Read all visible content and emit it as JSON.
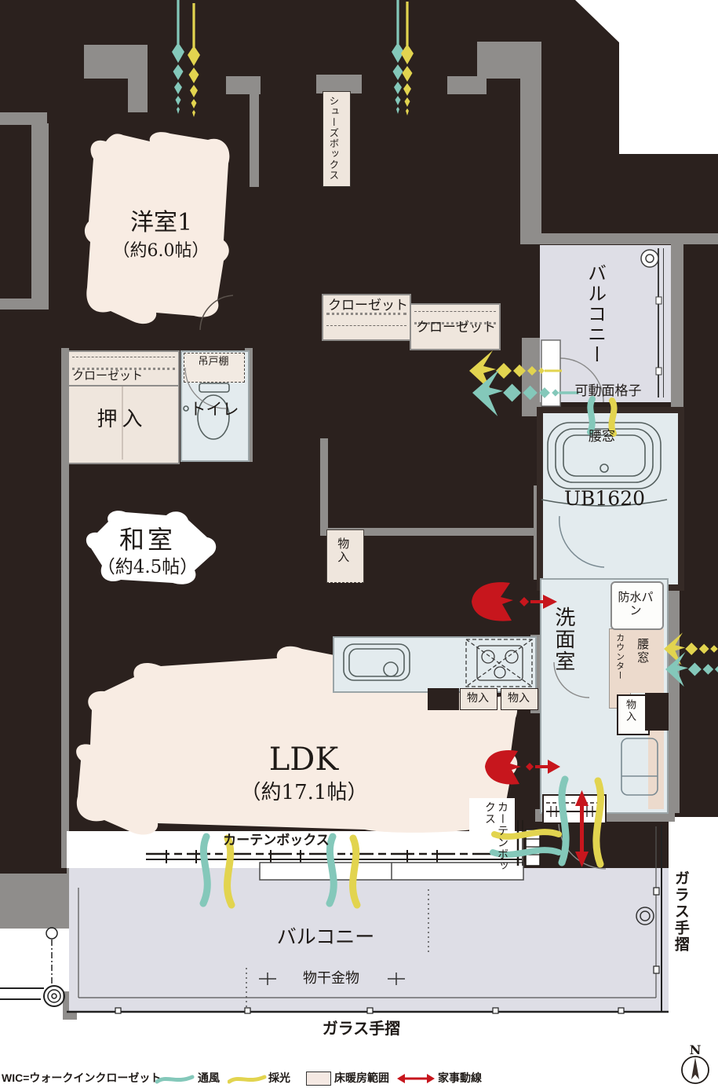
{
  "rooms": {
    "yoshitsu1": {
      "name": "洋室1",
      "size": "（約6.0帖）"
    },
    "washitsu": {
      "name": "和室",
      "size": "（約4.5帖）"
    },
    "ldk": {
      "name": "LDK",
      "size": "（約17.1帖）"
    },
    "toilet": {
      "name": "トイレ"
    },
    "oshiire": {
      "name": "押入"
    },
    "bath": {
      "name": "UB1620"
    },
    "senmen": {
      "name": "洗面室"
    },
    "balcony_right": {
      "name": "バルコニー"
    },
    "balcony_bottom": {
      "name": "バルコニー"
    }
  },
  "labels": {
    "shoes_box": "シューズボックス",
    "closet": "クローゼット",
    "tsuridodana": "吊戸棚",
    "kado_mengoshi": "可動面格子",
    "koshimado": "腰窓",
    "bousui_pan": "防水パン",
    "counter": "カウンター",
    "mono_iri": "物入",
    "curtain_box": "カーテンボックス",
    "monohoshi_kanamono": "物干金物",
    "glass_tesuri": "ガラス手摺"
  },
  "legend": {
    "wic": "WIC=ウォークインクローゼット",
    "ventilation": "通風",
    "daylight": "採光",
    "floor_heating": "床暖房範囲",
    "housework_line": "家事動線"
  },
  "compass": {
    "north": "N"
  },
  "colors": {
    "structure_dark": "#2b211e",
    "wall_gray": "#8f8d8b",
    "floor_heating_pink": "#f8ece3",
    "wet_area_blue": "#e3ebee",
    "balcony_gray": "#dedee6",
    "storage_beige": "#efe6dd",
    "ventilation_teal": "#84c8ba",
    "daylight_yellow": "#e2d44f",
    "housework_red": "#c7161d"
  }
}
